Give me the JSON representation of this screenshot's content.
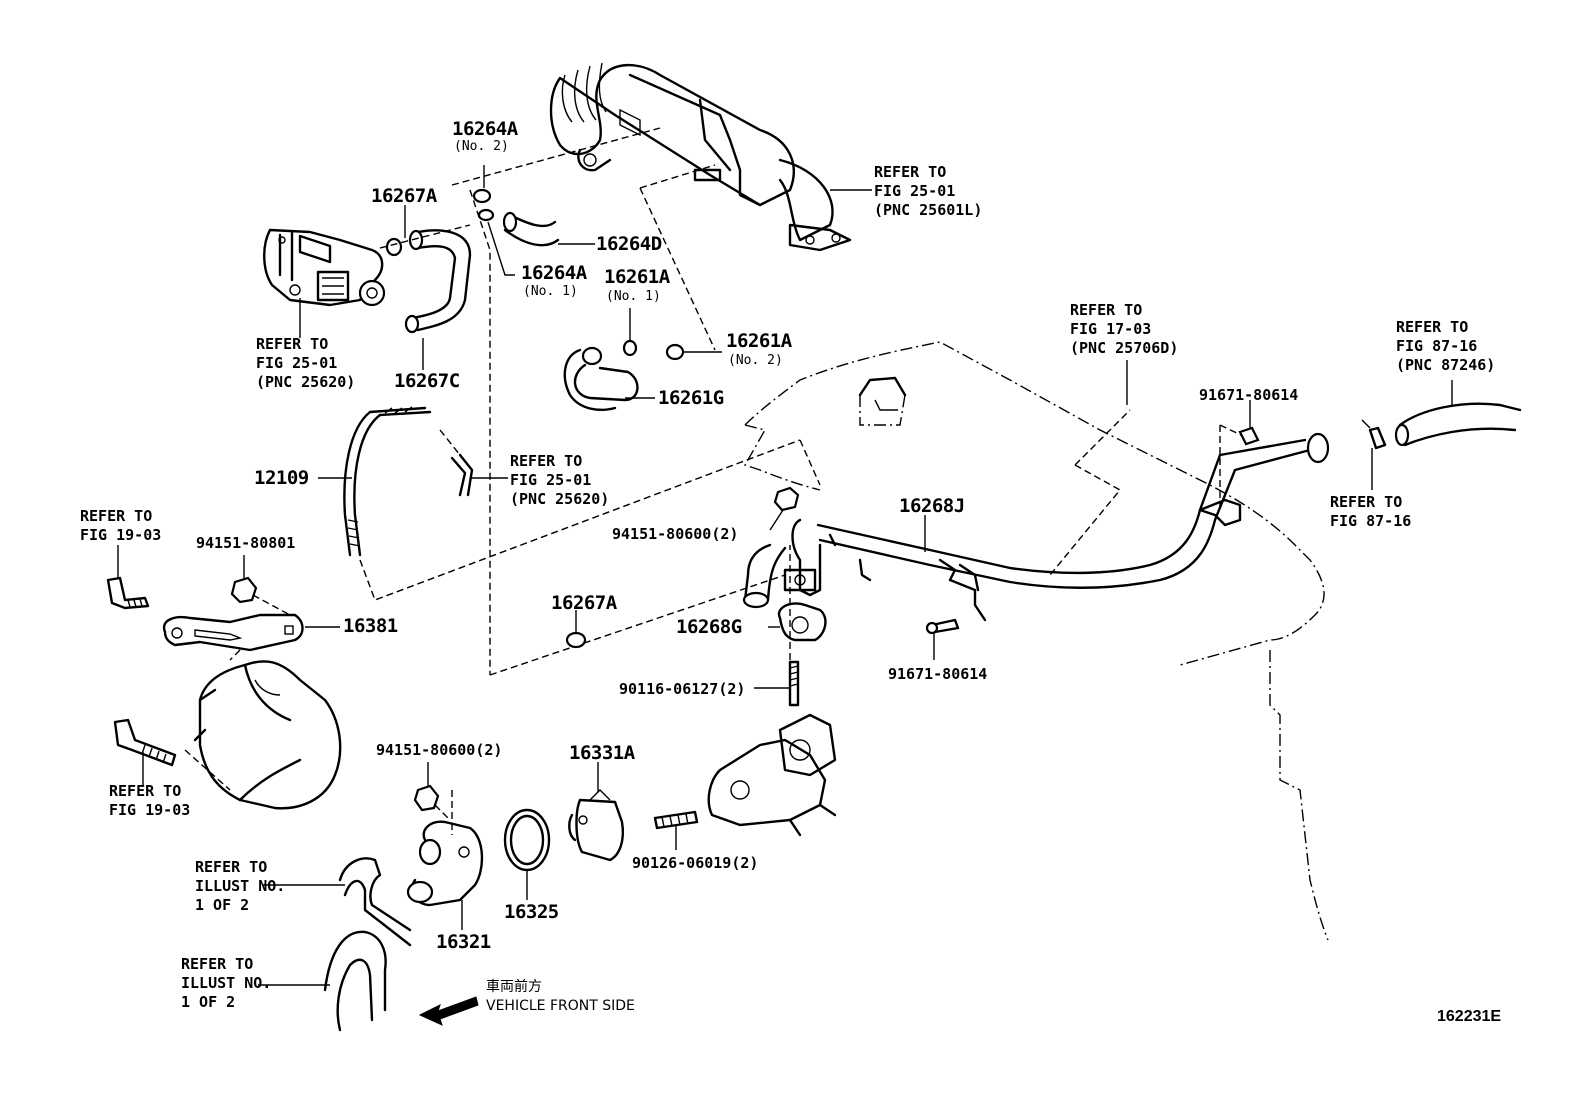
{
  "diagram_id": "162231E",
  "parts": {
    "p16264A_no2": {
      "num": "16264A",
      "sub": "(No. 2)"
    },
    "p16267A_top": {
      "num": "16267A"
    },
    "p16264D": {
      "num": "16264D"
    },
    "p16264A_no1": {
      "num": "16264A",
      "sub": "(No. 1)"
    },
    "p16261A_no1": {
      "num": "16261A",
      "sub": "(No. 1)"
    },
    "p16261A_no2": {
      "num": "16261A",
      "sub": "(No. 2)"
    },
    "p16261G": {
      "num": "16261G"
    },
    "p16267C": {
      "num": "16267C"
    },
    "p12109": {
      "num": "12109"
    },
    "p94151_80801": {
      "num": "94151-80801"
    },
    "p16381": {
      "num": "16381"
    },
    "p94151_80600_mid": {
      "num": "94151-80600(2)"
    },
    "p16268J": {
      "num": "16268J"
    },
    "p16267A_bottom": {
      "num": "16267A"
    },
    "p16268G": {
      "num": "16268G"
    },
    "p90116_06127": {
      "num": "90116-06127(2)"
    },
    "p91671_80614_bottom": {
      "num": "91671-80614"
    },
    "p91671_80614_top": {
      "num": "91671-80614"
    },
    "p94151_80600_low": {
      "num": "94151-80600(2)"
    },
    "p16331A": {
      "num": "16331A"
    },
    "p90126_06019": {
      "num": "90126-06019(2)"
    },
    "p16325": {
      "num": "16325"
    },
    "p16321": {
      "num": "16321"
    }
  },
  "refs": {
    "egr_cooler": {
      "l1": "REFER TO",
      "l2": "FIG 25-01",
      "l3": "(PNC 25601L)"
    },
    "egr_valve": {
      "l1": "REFER TO",
      "l2": "FIG 25-01",
      "l3": "(PNC 25620)"
    },
    "vacuum_hose": {
      "l1": "REFER TO",
      "l2": "FIG 25-01",
      "l3": "(PNC 25620)"
    },
    "manifold": {
      "l1": "REFER TO",
      "l2": "FIG 17-03",
      "l3": "(PNC 25706D)"
    },
    "heater_hose": {
      "l1": "REFER TO",
      "l2": "FIG 87-16",
      "l3": "(PNC 87246)"
    },
    "heater_clamp": {
      "l1": "REFER TO",
      "l2": "FIG 87-16"
    },
    "alt_bracket": {
      "l1": "REFER TO",
      "l2": "FIG 19-03"
    },
    "alt_bolt": {
      "l1": "REFER TO",
      "l2": "FIG 19-03"
    },
    "illust_upper": {
      "l1": "REFER TO",
      "l2": "ILLUST NO.",
      "l3": "1 OF 2"
    },
    "illust_lower": {
      "l1": "REFER TO",
      "l2": "ILLUST NO.",
      "l3": "1 OF 2"
    }
  },
  "front_side": {
    "jp": "車両前方",
    "en": "VEHICLE FRONT SIDE"
  }
}
